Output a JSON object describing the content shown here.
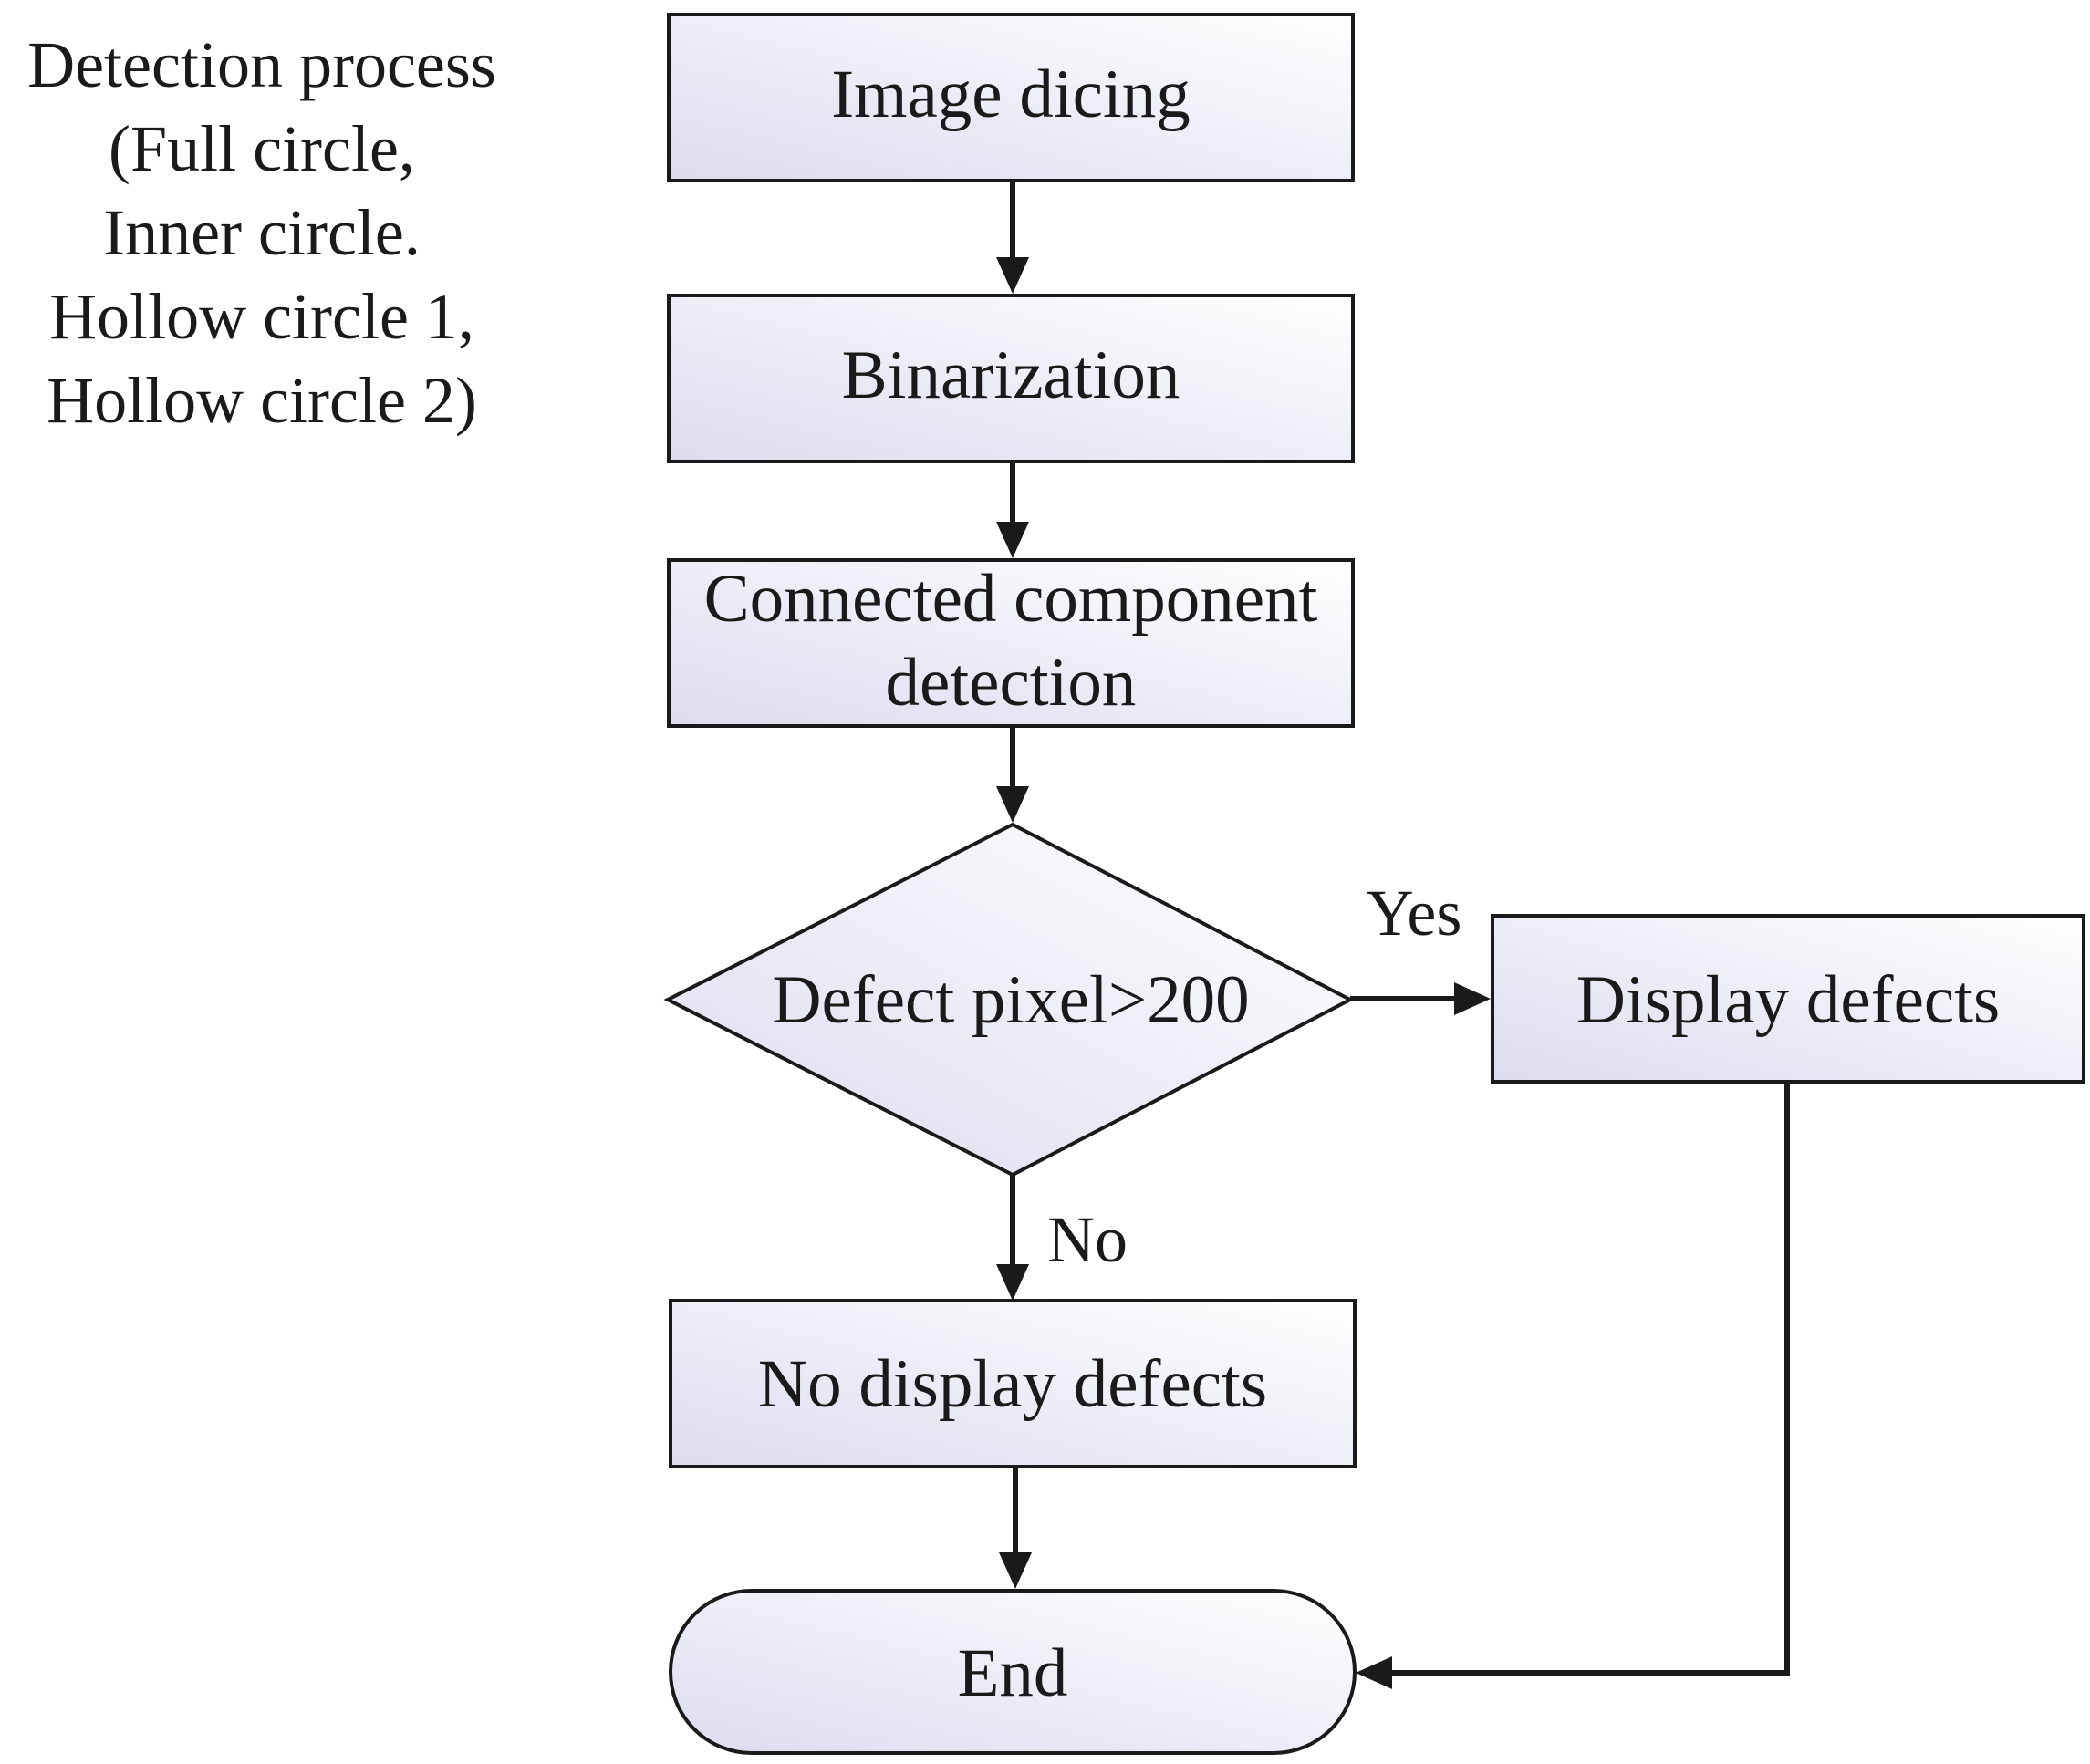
{
  "side_note": {
    "lines": [
      "Detection process",
      "(Full circle,",
      "Inner circle.",
      "Hollow circle 1,",
      "Hollow circle 2)"
    ]
  },
  "nodes": {
    "image_dicing": {
      "label": "Image dicing"
    },
    "binarization": {
      "label": "Binarization"
    },
    "connected_component": {
      "lines": [
        "Connected component",
        "detection"
      ]
    },
    "decision": {
      "label": "Defect pixel>200"
    },
    "display_defects": {
      "label": "Display defects"
    },
    "no_display_defects": {
      "label": "No display defects"
    },
    "end": {
      "label": "End"
    }
  },
  "branches": {
    "yes": "Yes",
    "no": "No"
  },
  "colors": {
    "stroke": "#1a1a1a",
    "fill_light": "#ffffff",
    "fill_tint": "#dcdcef"
  }
}
